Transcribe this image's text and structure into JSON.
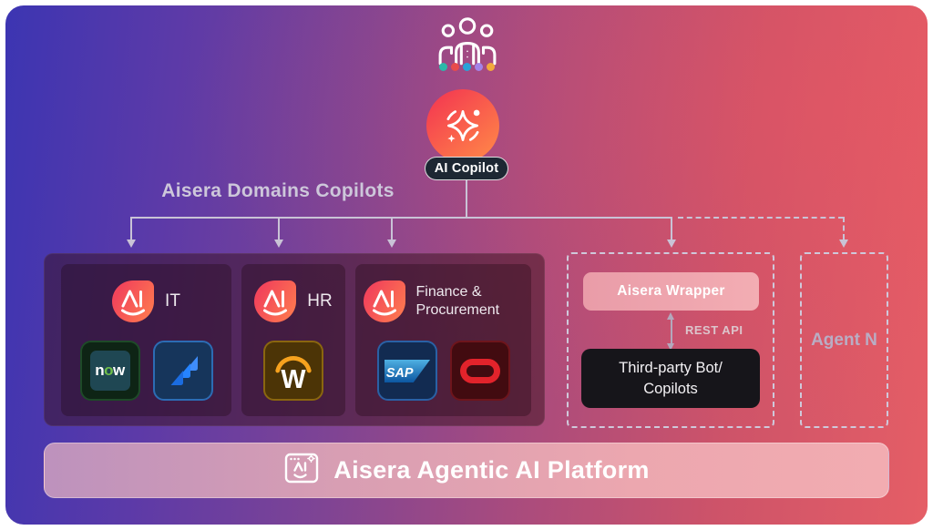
{
  "header": {
    "copilot_label": "AI Copilot",
    "dot_colors": [
      "#2bb9a9",
      "#e94b4b",
      "#29a3d8",
      "#a383e8",
      "#f2a93b"
    ]
  },
  "heading": {
    "title": "Aisera Domains Copilots"
  },
  "domains": [
    {
      "label": "IT",
      "apps": [
        "ServiceNow",
        "Jira"
      ]
    },
    {
      "label": "HR",
      "apps": [
        "Workday"
      ]
    },
    {
      "label": "Finance & Procurement",
      "apps": [
        "SAP",
        "Oracle"
      ]
    }
  ],
  "apps": {
    "servicenow": {
      "parts": [
        "n",
        "o",
        "w"
      ]
    },
    "workday": {
      "letter": "W"
    },
    "sap": {
      "text": "SAP"
    }
  },
  "integration": {
    "wrapper_label": "Aisera Wrapper",
    "api_label": "REST API",
    "third_party_line1": "Third-party Bot/",
    "third_party_line2": "Copilots",
    "agent_label": "Agent N"
  },
  "platform": {
    "label": "Aisera Agentic AI Platform"
  },
  "icons": [
    "users-group-icon",
    "ai-sparkle-icon",
    "aisera-logo",
    "servicenow-logo",
    "jira-logo",
    "workday-logo",
    "sap-logo",
    "oracle-logo",
    "browser-window-icon"
  ],
  "colors": {
    "background_left": "#3c35b2",
    "background_right": "#e55e66",
    "connector": "#c9c3d6",
    "copilot_gradient": [
      "#f43b50",
      "#ff8748"
    ],
    "aisera_logo_gradient": [
      "#f2455a",
      "#ff7f4e"
    ],
    "wrapper_bar": "#eda4ae",
    "third_party_bg": "#16151a",
    "platform_bar": [
      "#bd92bd",
      "#f2acb1"
    ]
  }
}
